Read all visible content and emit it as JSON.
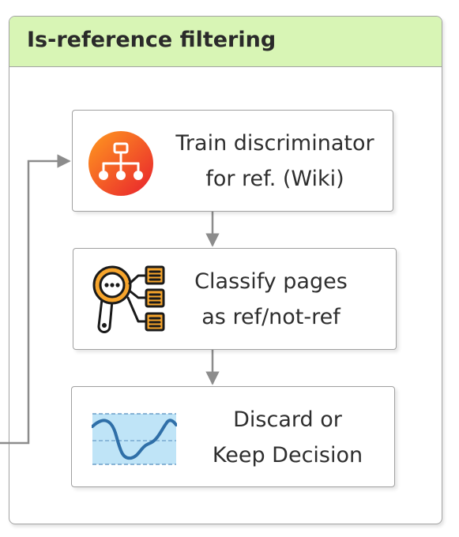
{
  "panel": {
    "title": "Is-reference filtering"
  },
  "steps": [
    {
      "line1": "Train discriminator",
      "line2": "for ref. (Wiki)",
      "icon": "hierarchy-icon"
    },
    {
      "line1": "Classify pages",
      "line2": "as ref/not-ref",
      "icon": "classify-magnifier-icon"
    },
    {
      "line1": "Discard or",
      "line2": "Keep Decision",
      "icon": "waveform-chart-icon"
    }
  ],
  "colors": {
    "header_bg": "#d8f5b5",
    "border": "#a3a3a3",
    "arrow": "#8c8c8c",
    "icon_gradient_start": "#ff9a1f",
    "icon_gradient_end": "#e8202e",
    "wave_fill": "#bfe4f7",
    "wave_line": "#2f6fa8"
  }
}
